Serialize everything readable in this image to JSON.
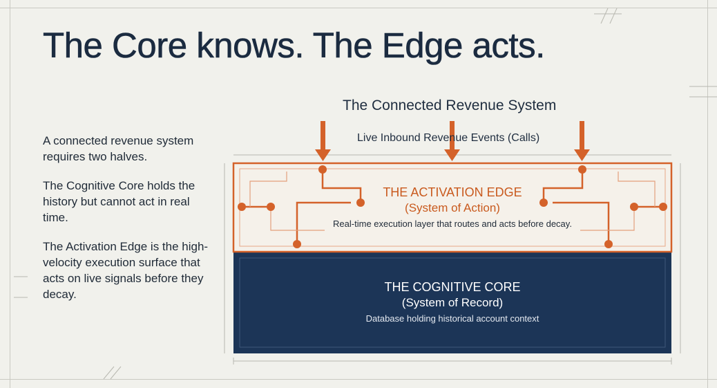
{
  "title": "The Core knows. The Edge acts.",
  "system_title": "The Connected Revenue System",
  "events_label": "Live Inbound Revenue Events (Calls)",
  "sidebar": {
    "paragraphs": [
      "A connected revenue system requires two halves.",
      "The Cognitive Core holds the history but cannot act in real time.",
      "The Activation Edge is the high-velocity execution surface that acts on live signals before they decay."
    ]
  },
  "activation_edge": {
    "heading": "THE ACTIVATION EDGE",
    "subheading": "(System of Action)",
    "description": "Real-time execution layer that routes and acts before decay."
  },
  "cognitive_core": {
    "heading": "THE COGNITIVE CORE",
    "subheading": "(System of Record)",
    "description": "Database holding historical account context"
  },
  "colors": {
    "background": "#f1f1ec",
    "accent_orange": "#d4622a",
    "core_navy": "#1c3557",
    "text_dark": "#1c2b3e"
  }
}
